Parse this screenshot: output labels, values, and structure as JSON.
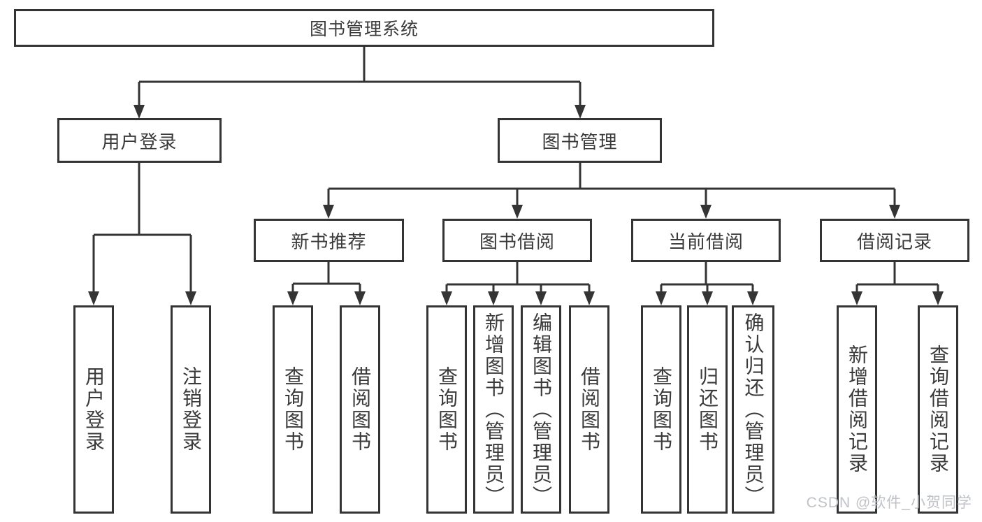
{
  "tree": {
    "label": "图书管理系统",
    "children": [
      {
        "label": "用户登录",
        "children": [
          {
            "label": "用户登录"
          },
          {
            "label": "注销登录"
          }
        ]
      },
      {
        "label": "图书管理",
        "children": [
          {
            "label": "新书推荐",
            "children": [
              {
                "label": "查询图书"
              },
              {
                "label": "借阅图书"
              }
            ]
          },
          {
            "label": "图书借阅",
            "children": [
              {
                "label": "查询图书"
              },
              {
                "label": "新增图书（管理员）"
              },
              {
                "label": "编辑图书（管理员）"
              },
              {
                "label": "借阅图书"
              }
            ]
          },
          {
            "label": "当前借阅",
            "children": [
              {
                "label": "查询图书"
              },
              {
                "label": "归还图书"
              },
              {
                "label": "确认归还（管理员）"
              }
            ]
          },
          {
            "label": "借阅记录",
            "children": [
              {
                "label": "新增借阅记录"
              },
              {
                "label": "查询借阅记录"
              }
            ]
          }
        ]
      }
    ]
  },
  "watermark": {
    "text": "CSDN @软件_小贺同学"
  },
  "colors": {
    "line": "#343434",
    "text": "#3a3a3a",
    "watermark": "#bfc2c6",
    "background": "#ffffff"
  }
}
